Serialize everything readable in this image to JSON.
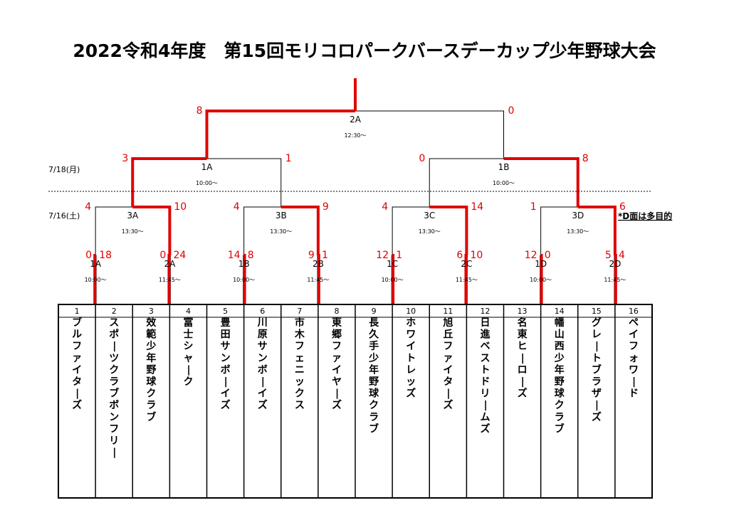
{
  "title": "2022令和4年度　第15回モリコロパークバースデーカップ少年野球大会",
  "dates": {
    "day2": "7/18(月)",
    "day1": "7/16(土)"
  },
  "note": "*D面は多目的",
  "colors": {
    "winner": "#e00000",
    "line": "#000000"
  },
  "teams": [
    {
      "num": "1",
      "name": "ブルファイターズ"
    },
    {
      "num": "2",
      "name": "スポーツクラブボンフリー"
    },
    {
      "num": "3",
      "name": "效範少年野球クラブ"
    },
    {
      "num": "4",
      "name": "富士シャーク"
    },
    {
      "num": "5",
      "name": "豊田サンボーイズ"
    },
    {
      "num": "6",
      "name": "川原サンボーイズ"
    },
    {
      "num": "7",
      "name": "市木フェニックス"
    },
    {
      "num": "8",
      "name": "東郷ファイヤーズ"
    },
    {
      "num": "9",
      "name": "長久手少年野球クラブ"
    },
    {
      "num": "10",
      "name": "ホワイトレッズ"
    },
    {
      "num": "11",
      "name": "旭丘ファイターズ"
    },
    {
      "num": "12",
      "name": "日進ベストドリームズ"
    },
    {
      "num": "13",
      "name": "名東ヒーローズ"
    },
    {
      "num": "14",
      "name": "幡山西少年野球クラブ"
    },
    {
      "num": "15",
      "name": "グレートブラザーズ"
    },
    {
      "num": "16",
      "name": "ペイフォワード"
    }
  ],
  "matches": {
    "r1": [
      {
        "label": "1A",
        "time": "10:00～",
        "scores": [
          "0",
          "18"
        ],
        "winner": 1
      },
      {
        "label": "2A",
        "time": "11:45～",
        "scores": [
          "0",
          "24"
        ],
        "winner": 1
      },
      {
        "label": "1B",
        "time": "10:00～",
        "scores": [
          "14",
          "8"
        ],
        "winner": 0
      },
      {
        "label": "2B",
        "time": "11:45～",
        "scores": [
          "9",
          "1"
        ],
        "winner": 0
      },
      {
        "label": "1C",
        "time": "10:00～",
        "scores": [
          "12",
          "1"
        ],
        "winner": 0
      },
      {
        "label": "2C",
        "time": "11:45～",
        "scores": [
          "6",
          "10"
        ],
        "winner": 1
      },
      {
        "label": "1D",
        "time": "10:00～",
        "scores": [
          "12",
          "0"
        ],
        "winner": 0
      },
      {
        "label": "2D",
        "time": "11:45～",
        "scores": [
          "5",
          "4"
        ],
        "winner": 0
      }
    ],
    "r2": [
      {
        "label": "3A",
        "time": "13:30～",
        "scores": [
          "4",
          "10"
        ],
        "winner": 1
      },
      {
        "label": "3B",
        "time": "13:30～",
        "scores": [
          "4",
          "9"
        ],
        "winner": 1
      },
      {
        "label": "3C",
        "time": "13:30～",
        "scores": [
          "4",
          "14"
        ],
        "winner": 1
      },
      {
        "label": "3D",
        "time": "13:30～",
        "scores": [
          "1",
          "6"
        ],
        "winner": 1
      }
    ],
    "r3": [
      {
        "label": "1A",
        "time": "10:00～",
        "scores": [
          "3",
          "1"
        ],
        "winner": 0
      },
      {
        "label": "1B",
        "time": "10:00～",
        "scores": [
          "0",
          "8"
        ],
        "winner": 1
      }
    ],
    "r4": [
      {
        "label": "2A",
        "time": "12:30～",
        "scores": [
          "8",
          "0"
        ],
        "winner": 0
      }
    ]
  }
}
